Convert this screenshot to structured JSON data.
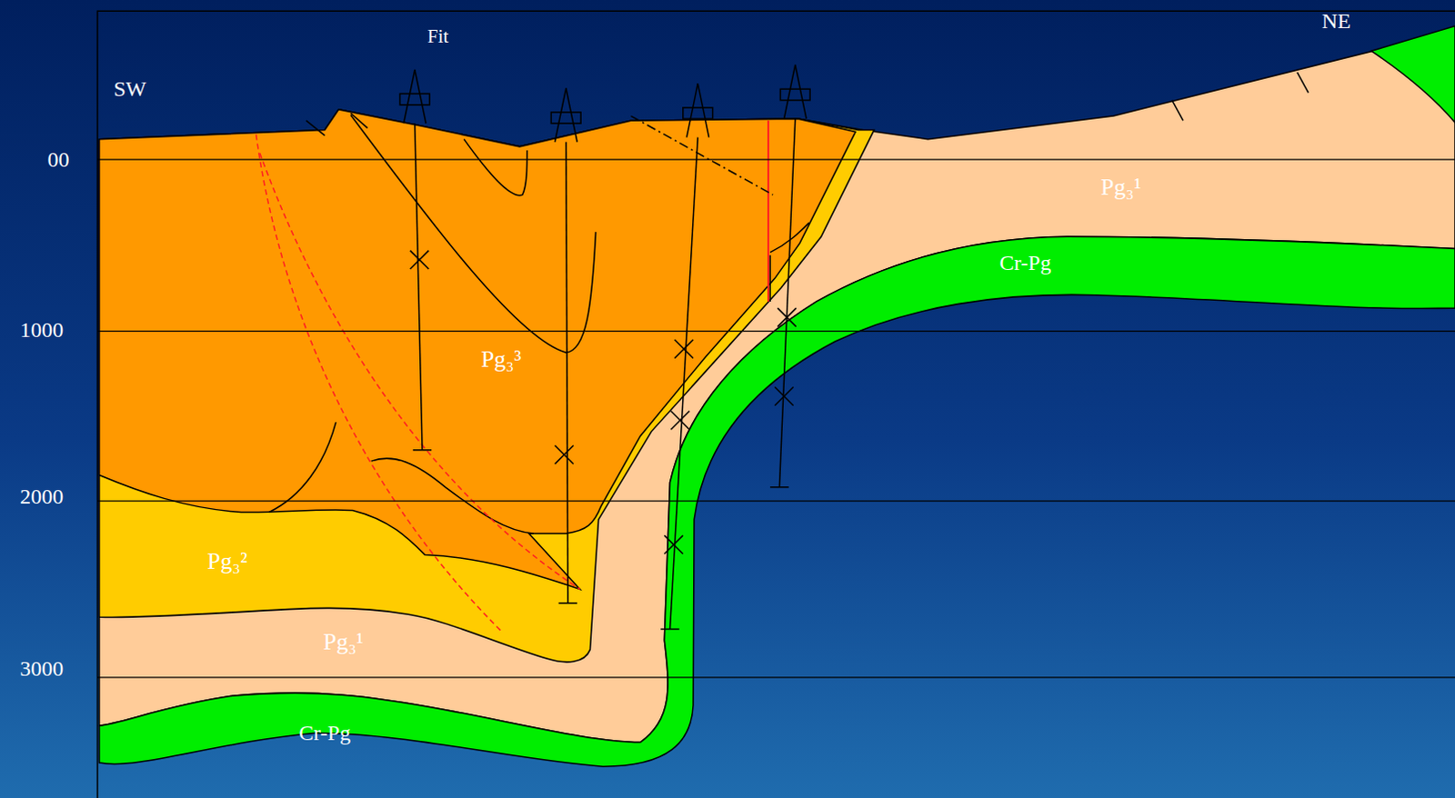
{
  "diagram": {
    "labels": [
      "Fit",
      "SW",
      "NE",
      "00",
      "1000",
      "2000",
      "3000",
      "Pg₃³",
      "Pg₃²",
      "Pg₃¹",
      "Pg₃¹",
      "Cr-Pg",
      "Cr-Pg"
    ]
  }
}
